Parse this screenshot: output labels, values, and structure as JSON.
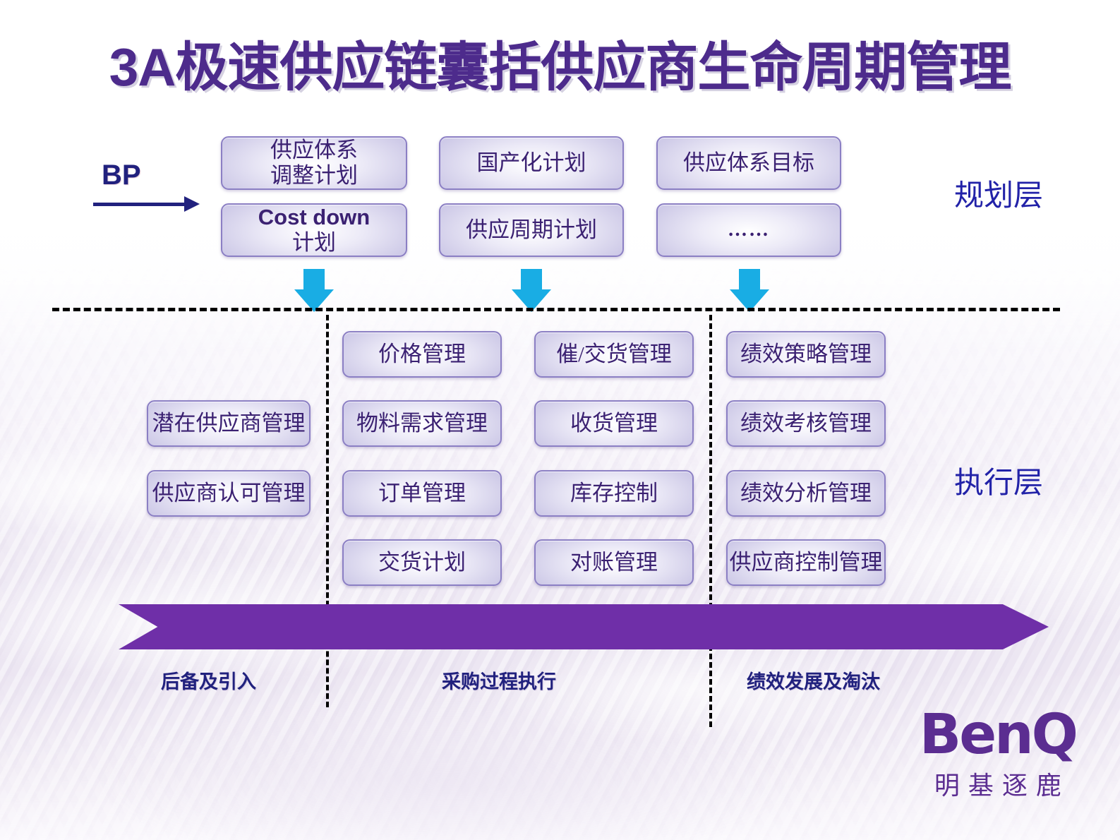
{
  "slide": {
    "title": "3A极速供应链囊括供应商生命周期管理"
  },
  "bp": {
    "label": "BP",
    "arrow_icon": "right-arrow-icon"
  },
  "layers": [
    {
      "id": "planning",
      "label": "规划层"
    },
    {
      "id": "execution",
      "label": "执行层"
    }
  ],
  "planning_layer": {
    "columns": [
      {
        "id": "col1",
        "boxes": [
          {
            "id": "supply-system-adjust-plan",
            "text": "供应体系\n调整计划",
            "bold_prefix": ""
          },
          {
            "id": "cost-down-plan",
            "text": "计划",
            "bold_prefix": "Cost down"
          }
        ]
      },
      {
        "id": "col2",
        "boxes": [
          {
            "id": "localization-plan",
            "text": "国产化计划",
            "bold_prefix": ""
          },
          {
            "id": "supply-cycle-plan",
            "text": "供应周期计划",
            "bold_prefix": ""
          }
        ]
      },
      {
        "id": "col3",
        "boxes": [
          {
            "id": "supply-system-goal",
            "text": "供应体系目标",
            "bold_prefix": ""
          },
          {
            "id": "ellipsis",
            "text": "……",
            "bold_prefix": ""
          }
        ]
      }
    ]
  },
  "execution_layer": {
    "columns": [
      {
        "id": "reserve-and-introduction",
        "stage_label": "后备及引入",
        "boxes": [
          {
            "id": "potential-supplier-management",
            "text": "潜在供应商管理"
          },
          {
            "id": "supplier-approval-management",
            "text": "供应商认可管理"
          }
        ]
      },
      {
        "id": "procurement-process-execution-a",
        "stage_label": "采购过程执行",
        "boxes": [
          {
            "id": "price-management",
            "text": "价格管理"
          },
          {
            "id": "material-demand-management",
            "text": "物料需求管理"
          },
          {
            "id": "order-management",
            "text": "订单管理"
          },
          {
            "id": "delivery-plan",
            "text": "交货计划"
          }
        ]
      },
      {
        "id": "procurement-process-execution-b",
        "stage_label": "",
        "boxes": [
          {
            "id": "expedite-delivery-management",
            "text": "催/交货管理"
          },
          {
            "id": "receiving-management",
            "text": "收货管理"
          },
          {
            "id": "inventory-control",
            "text": "库存控制"
          },
          {
            "id": "reconciliation-management",
            "text": "对账管理"
          }
        ]
      },
      {
        "id": "performance-development-and-elimination",
        "stage_label": "绩效发展及淘汰",
        "boxes": [
          {
            "id": "performance-strategy-management",
            "text": "绩效策略管理"
          },
          {
            "id": "performance-appraisal-management",
            "text": "绩效考核管理"
          },
          {
            "id": "performance-analysis-management",
            "text": "绩效分析管理"
          },
          {
            "id": "supplier-control-management",
            "text": "供应商控制管理"
          }
        ]
      }
    ]
  },
  "process_arrow": {
    "icon": "right-process-arrow-icon"
  },
  "flow_arrows": [
    {
      "id": "flow-arrow-1",
      "icon": "down-arrow-icon"
    },
    {
      "id": "flow-arrow-2",
      "icon": "down-arrow-icon"
    },
    {
      "id": "flow-arrow-3",
      "icon": "down-arrow-icon"
    }
  ],
  "logo": {
    "wordmark": "BenQ",
    "chinese": "明基逐鹿"
  },
  "colors": {
    "title_purple": "#4d2b8c",
    "box_border": "#8b7fc4",
    "box_text": "#3b2172",
    "cyan_arrow": "#19ade4",
    "process_arrow": "#6f2fa8",
    "label_blue": "#21217e",
    "layer_blue": "#2222a8",
    "logo_purple": "#5b2d91"
  }
}
